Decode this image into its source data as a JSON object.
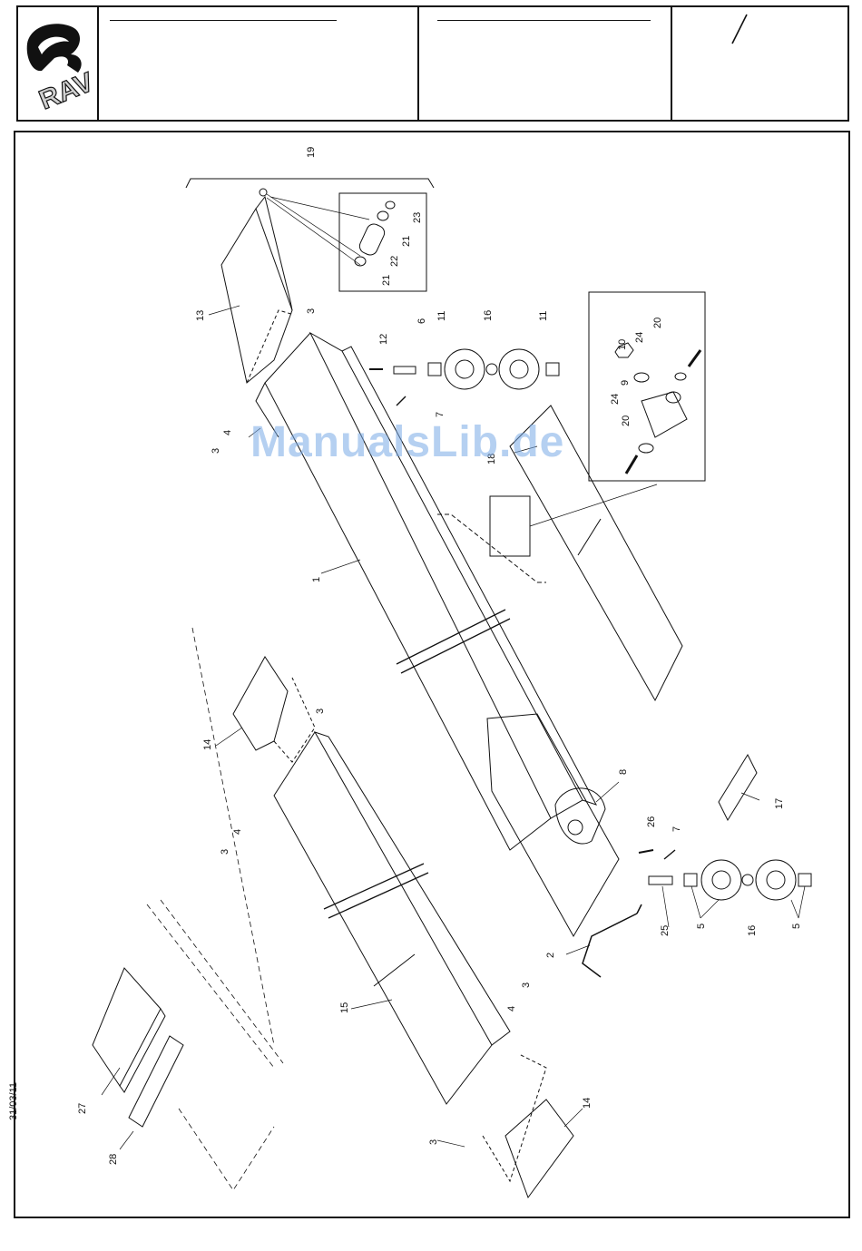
{
  "header": {
    "logo_text": "RAV",
    "field1": "",
    "field2": "",
    "field3": ""
  },
  "side_date": "31/03/11",
  "watermark": "ManualsLib.de",
  "callouts": {
    "c19": "19",
    "c23": "23",
    "c21a": "21",
    "c22": "22",
    "c21b": "21",
    "c13": "13",
    "c3a": "3",
    "c12": "12",
    "c6": "6",
    "c11a": "11",
    "c16a": "16",
    "c11b": "11",
    "c10": "10",
    "c20a": "20",
    "c24a": "24",
    "c9": "9",
    "c24b": "24",
    "c20b": "20",
    "c7a": "7",
    "c4a": "4",
    "c3b": "3",
    "c18": "18",
    "c1": "1",
    "c14a": "14",
    "c3c": "3",
    "c4b": "4",
    "c3d": "3",
    "c8": "8",
    "c17": "17",
    "c26": "26",
    "c7b": "7",
    "c25": "25",
    "c5a": "5",
    "c16b": "16",
    "c5b": "5",
    "c2": "2",
    "c15": "15",
    "c3e": "3",
    "c4c": "4",
    "c27": "27",
    "c28": "28",
    "c3f": "3",
    "c14b": "14"
  }
}
